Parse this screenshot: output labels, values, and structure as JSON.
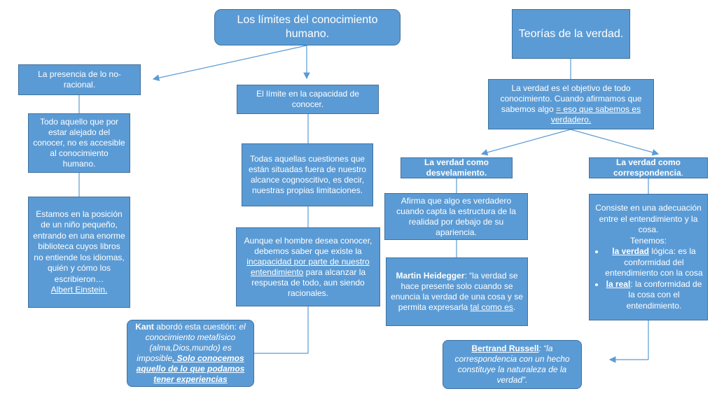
{
  "colors": {
    "box_fill": "#5b9bd5",
    "box_border": "#41719c",
    "text": "#ffffff",
    "connector": "#5b9bd5"
  },
  "title_left": "Los límites del conocimiento humano.",
  "title_right": "Teorías de la verdad.",
  "no_racional": {
    "label": "La presencia de lo no-racional.",
    "desc": "Todo aquello que por estar alejado del conocer, no es accesible al conocimiento humano.",
    "quote_text": "Estamos en la posición de un niño pequeño, entrando en una enorme biblioteca cuyos libros no entiende los idiomas, quién y cómo los escribieron…",
    "quote_author": "Albert Einstein."
  },
  "limite": {
    "label": "El límite en la capacidad de conocer.",
    "desc": "Todas aquellas cuestiones que están situadas fuera de nuestro alcance cognoscitivo, es decir, nuestras propias limitaciones.",
    "text_before": "Aunque el hombre desea conocer, debemos saber que existe la",
    "text_underlined": "incapacidad por parte de nuestro entendimiento",
    "text_after": "para alcanzar la respuesta de todo, aun siendo racionales."
  },
  "kant": {
    "name": "Kant",
    "text": "abordó esta cuestión:",
    "italic": "el conocimiento metafísico (alma,Dios,mundo) es imposible",
    "underlined": ". Solo conocemos aquello de lo que podamos tener experiencias"
  },
  "verdad": {
    "objective_text": "La verdad es el objetivo de todo conocimiento. Cuando afirmamos que sabemos algo",
    "objective_underlined": "= eso que sabemos es verdadero."
  },
  "desvelamiento": {
    "label": "La verdad como desvelamiento.",
    "desc": "Afirma que algo es verdadero cuando capta la estructura de la realidad por debajo de su apariencia.",
    "author": "Martin Heidegger",
    "quote": ": “la verdad se hace presente solo cuando se enuncia la verdad de una cosa y se permita expresarla",
    "quote_underlined": "tal como es",
    "quote_end": "."
  },
  "correspondencia": {
    "label": "La verdad como correspondencia",
    "label_end": ".",
    "desc": "Consiste en una adecuación entre el entendimiento y la cosa.",
    "tenemos": "Tenemos:",
    "item1_under": "la verdad",
    "item1_rest": " lógica: es la conformidad del entendimiento con la cosa",
    "item2_under": "la real",
    "item2_rest": ": la conformidad de la cosa con el entendimiento.",
    "russell_name": "Bertrand Russell",
    "russell_quote": ": “la correspondencia con un hecho constituye la naturaleza de la verdad”."
  }
}
